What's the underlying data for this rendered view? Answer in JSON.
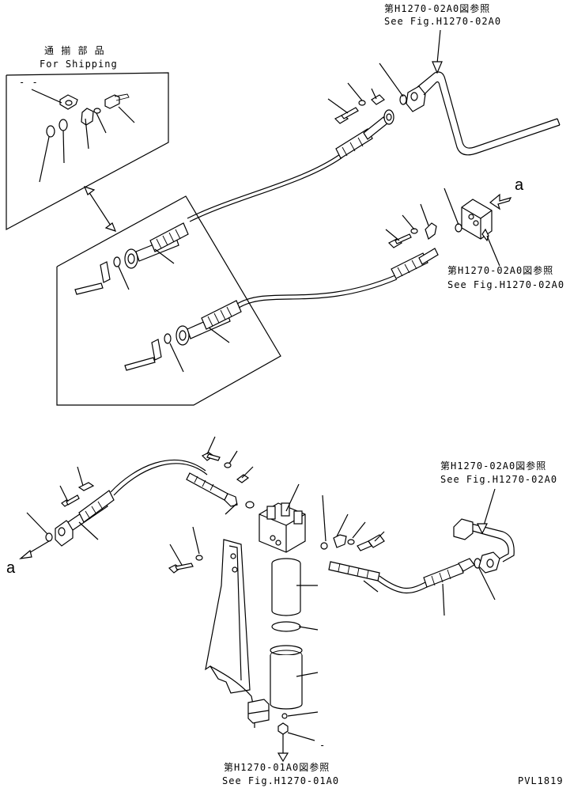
{
  "refs": {
    "top_right_jp": "第H1270-02A0図参照",
    "top_right_en": "See Fig.H1270-02A0",
    "mid_right_jp": "第H1270-02A0図参照",
    "mid_right_en": "See Fig.H1270-02A0",
    "low_right_jp": "第H1270-02A0図参照",
    "low_right_en": "See Fig.H1270-02A0",
    "bottom_jp": "第H1270-01A0図参照",
    "bottom_en": "See Fig.H1270-01A0"
  },
  "shipping": {
    "jp": "通 揃 部 品",
    "en": "For Shipping",
    "dash": "- -"
  },
  "markers": {
    "a_top": "a",
    "a_bottom": "a"
  },
  "dash_bottom": "-",
  "drawing_id": "PVL1819"
}
